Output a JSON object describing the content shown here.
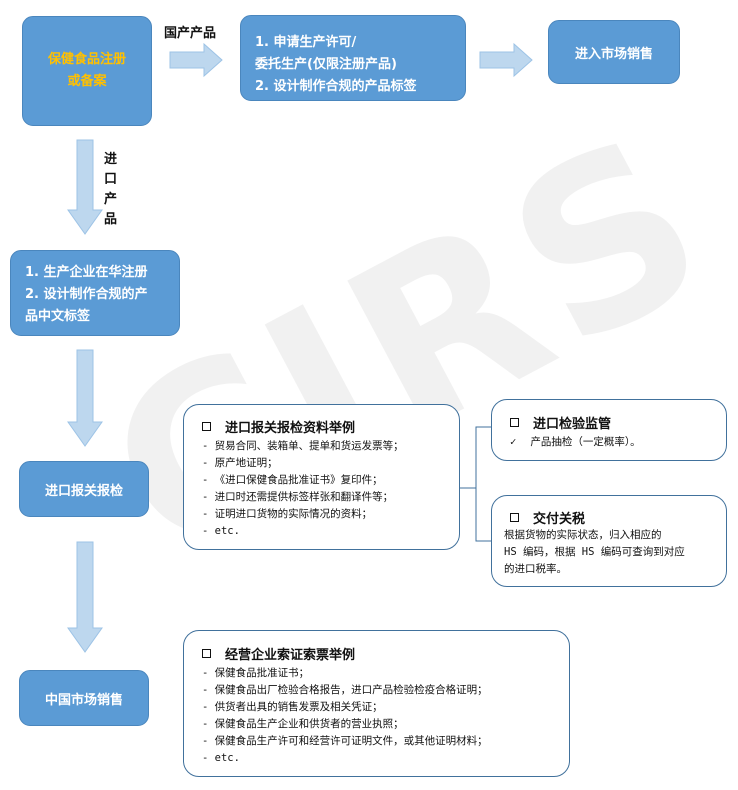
{
  "watermark": "CIRS",
  "nodes": {
    "register": {
      "lines": [
        "保健食品注册",
        "或备案"
      ]
    },
    "domestic_steps": {
      "lines": [
        "1. 申请生产许可/",
        "委托生产(仅限注册产品)",
        "2. 设计制作合规的产品标签"
      ]
    },
    "market": {
      "text": "进入市场销售"
    },
    "import_steps": {
      "lines": [
        "1. 生产企业在华注册",
        "2. 设计制作合规的产",
        "品中文标签"
      ]
    },
    "customs": {
      "text": "进口报关报检"
    },
    "china_sales": {
      "text": "中国市场销售"
    }
  },
  "labels": {
    "domestic": "国产产品",
    "imported": [
      "进",
      "口",
      "产",
      "品"
    ]
  },
  "panels": {
    "customs_docs": {
      "title": "进口报关报检资料举例",
      "items": [
        "- 贸易合同、装箱单、提单和货运发票等；",
        "- 原产地证明；",
        "- 《进口保健食品批准证书》复印件；",
        "- 进口时还需提供标签样张和翻译件等；",
        "- 证明进口货物的实际情况的资料；",
        "- etc."
      ]
    },
    "inspection": {
      "title": "进口检验监管",
      "check": "✓",
      "items": [
        "产品抽检（一定概率）。"
      ]
    },
    "tax": {
      "title": "交付关税",
      "items": [
        "根据货物的实际状态，归入相应的",
        "HS 编码，根据 HS 编码可查询到对应",
        "的进口税率。"
      ]
    },
    "sales_docs": {
      "title": "经营企业索证索票举例",
      "items": [
        "- 保健食品批准证书；",
        "- 保健食品出厂检验合格报告，进口产品检验检疫合格证明；",
        "- 供货者出具的销售发票及相关凭证；",
        "- 保健食品生产企业和供货者的营业执照；",
        "- 保健食品生产许可和经营许可证明文件，或其他证明材料；",
        "- etc."
      ]
    }
  },
  "colors": {
    "node_fill": "#5b9bd5",
    "node_text_highlight": "#ffc000",
    "arrow_fill": "#bdd7ee",
    "panel_border": "#41719c"
  }
}
